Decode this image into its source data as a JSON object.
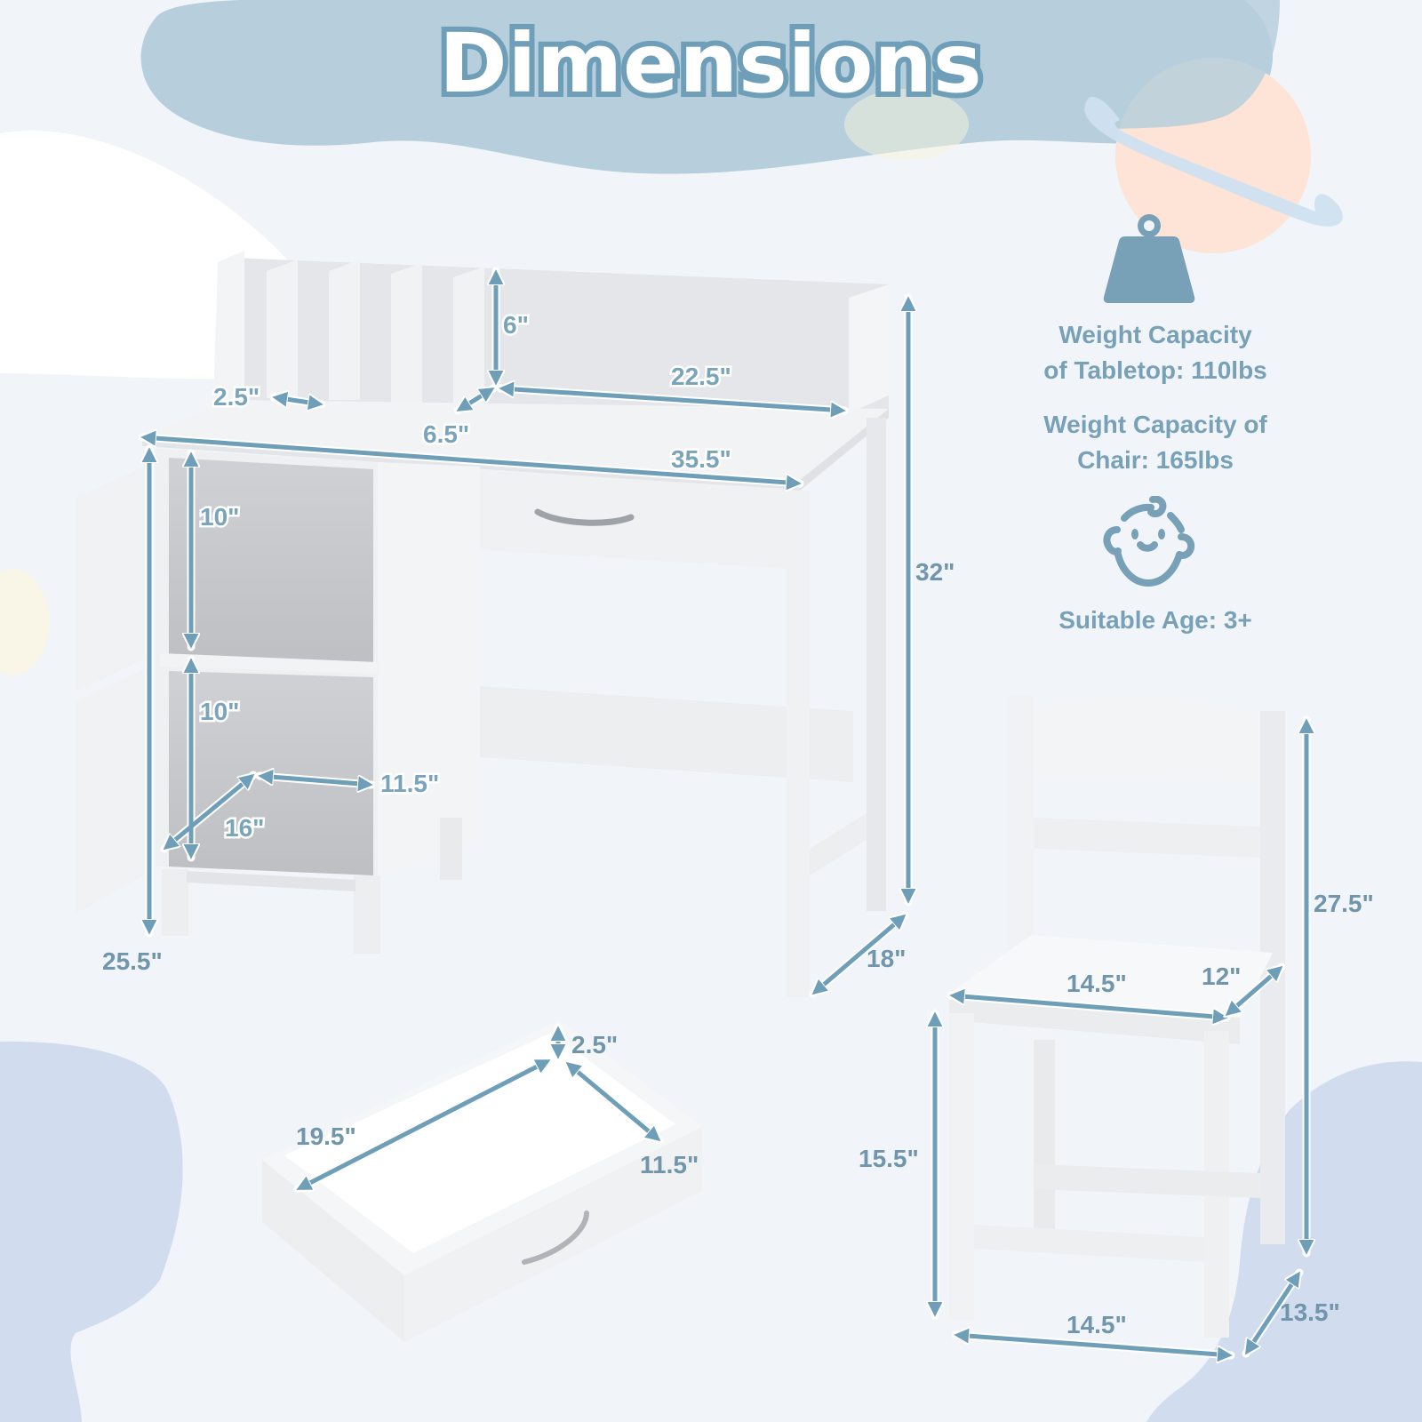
{
  "header": {
    "title": "Dimensions"
  },
  "colors": {
    "background": "#f1f5fa",
    "header_blob": "#b7cfdc",
    "accent": "#7aa4ba",
    "title_outline": "#6f9fb8",
    "planet": "#fde4d6",
    "planet_ring": "#d3e3f3",
    "bottom_blob": "#d1dcee"
  },
  "features": {
    "tabletop_capacity": {
      "icon": "weight-icon",
      "line1": "Weight Capacity",
      "line2": "of Tabletop: 110lbs"
    },
    "chair_capacity": {
      "line1": "Weight Capacity of",
      "line2": "Chair: 165lbs"
    },
    "age": {
      "icon": "baby-face-icon",
      "text": "Suitable Age: 3+"
    }
  },
  "desk": {
    "hutch_slot_width": "2.5\"",
    "hutch_height": "6\"",
    "hutch_depth": "6.5\"",
    "hutch_shelf_width": "22.5\"",
    "desk_width": "35.5\"",
    "desk_height": "32\"",
    "desk_depth": "18\"",
    "cabinet_height": "25.5\"",
    "upper_shelf_height": "10\"",
    "lower_shelf_height": "10\"",
    "cabinet_inner_width": "11.5\"",
    "cabinet_inner_depth": "16\""
  },
  "drawer": {
    "length": "19.5\"",
    "width": "11.5\"",
    "height": "2.5\""
  },
  "chair": {
    "total_height": "27.5\"",
    "seat_width": "14.5\"",
    "seat_depth": "12\"",
    "seat_height": "15.5\"",
    "base_width": "14.5\"",
    "base_depth": "13.5\""
  }
}
